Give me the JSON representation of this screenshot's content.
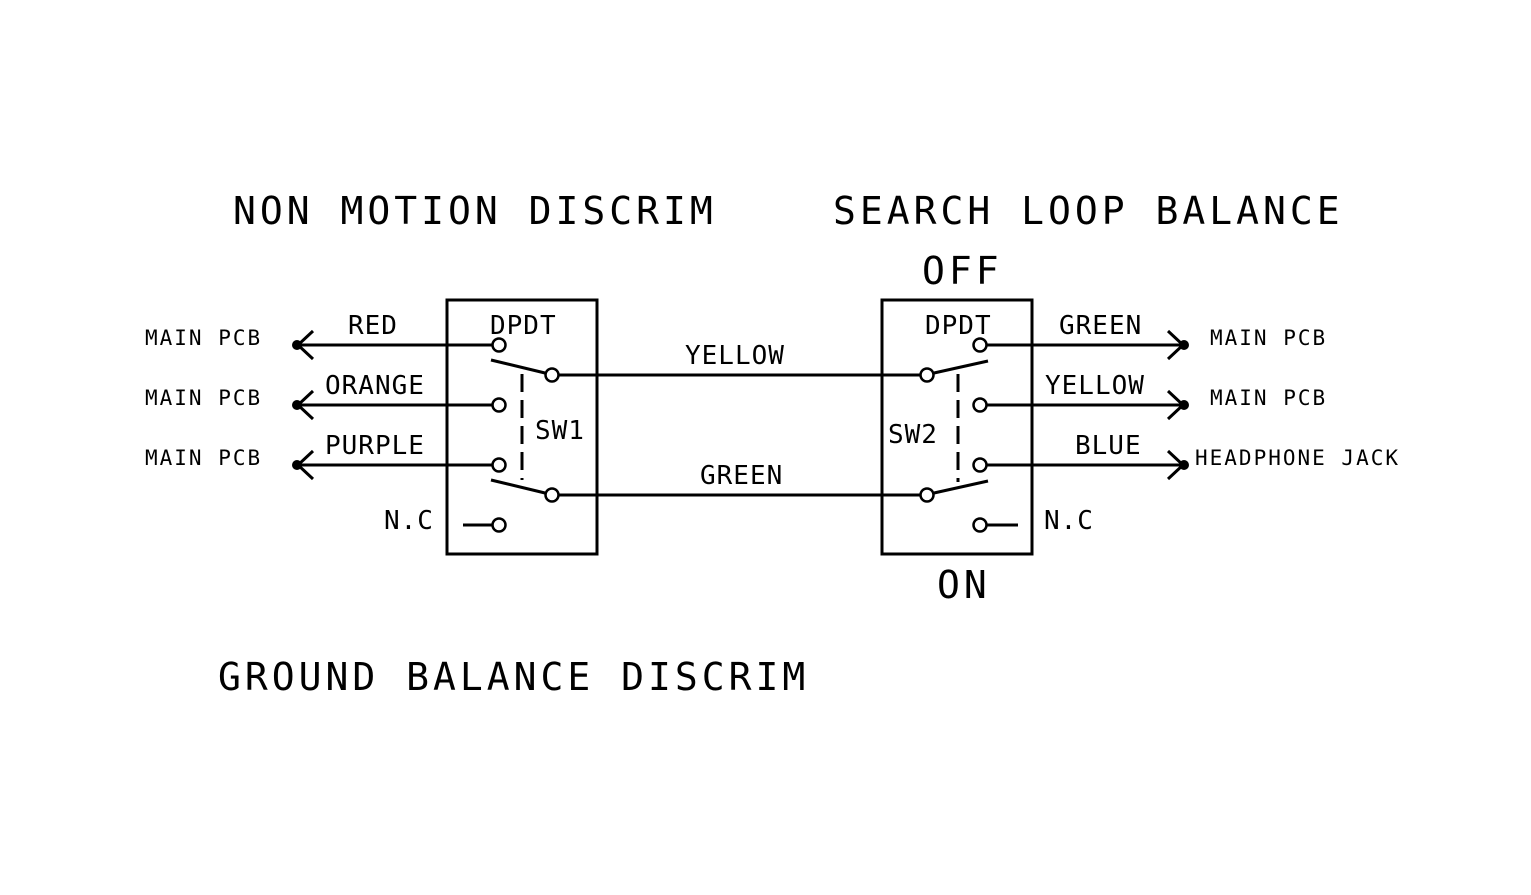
{
  "titles": {
    "top_left": "NON MOTION DISCRIM",
    "top_right": "SEARCH LOOP BALANCE",
    "bottom_left": "GROUND BALANCE DISCRIM"
  },
  "sw1": {
    "ref": "SW1",
    "type": "DPDT",
    "nc_label": "N.C",
    "wires": [
      {
        "color": "RED",
        "dest": "MAIN PCB"
      },
      {
        "color": "ORANGE",
        "dest": "MAIN PCB"
      },
      {
        "color": "PURPLE",
        "dest": "MAIN PCB"
      }
    ]
  },
  "sw2": {
    "ref": "SW2",
    "type": "DPDT",
    "off_label": "OFF",
    "on_label": "ON",
    "nc_label": "N.C",
    "wires": [
      {
        "color": "GREEN",
        "dest": "MAIN PCB"
      },
      {
        "color": "YELLOW",
        "dest": "MAIN PCB"
      },
      {
        "color": "BLUE",
        "dest": "HEADPHONE JACK"
      }
    ]
  },
  "interconnect": [
    {
      "color": "YELLOW"
    },
    {
      "color": "GREEN"
    }
  ]
}
